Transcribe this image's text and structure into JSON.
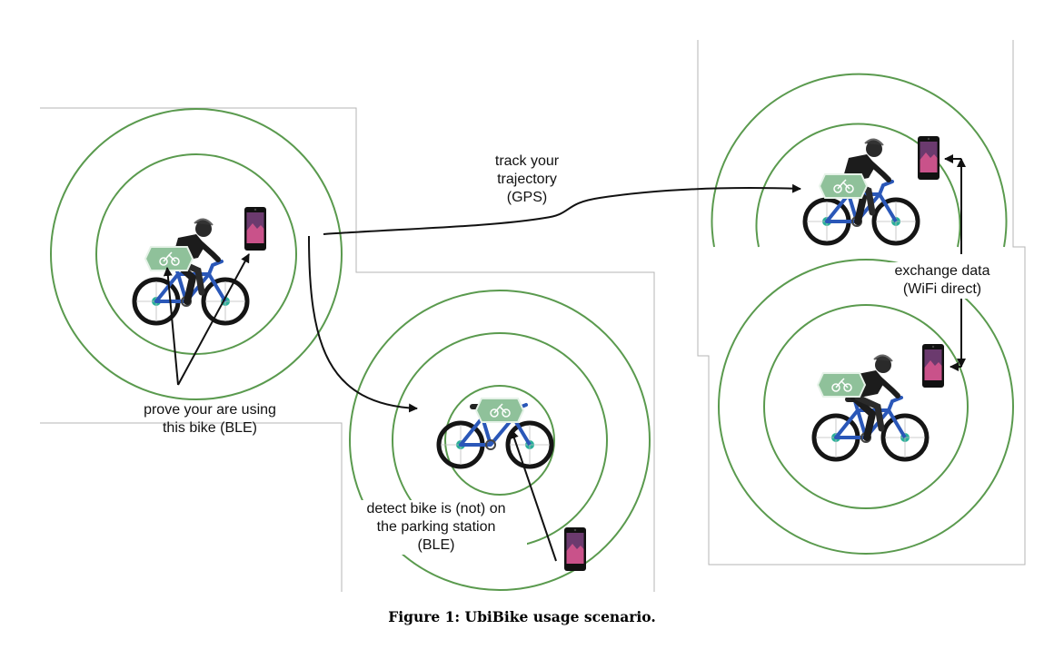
{
  "labels": {
    "track": [
      "track your",
      "trajectory",
      "(GPS)"
    ],
    "exchange": [
      "exchange data",
      "(WiFi direct)"
    ],
    "prove": [
      "prove your are using",
      "this bike (BLE)"
    ],
    "detect": [
      "detect bike is (not) on",
      "the parking station",
      "(BLE)"
    ]
  },
  "caption": "Figure 1: UbiBike usage scenario.",
  "colors": {
    "ring": "#5a9a4e",
    "bike_frame": "#2a57b8",
    "beacon": "#8fc19a",
    "rider": "#1c1c1c",
    "panel_border": "#b5b5b5"
  },
  "icons": [
    "cyclist-icon",
    "bicycle-icon",
    "smartphone-icon",
    "ble-beacon-icon"
  ]
}
